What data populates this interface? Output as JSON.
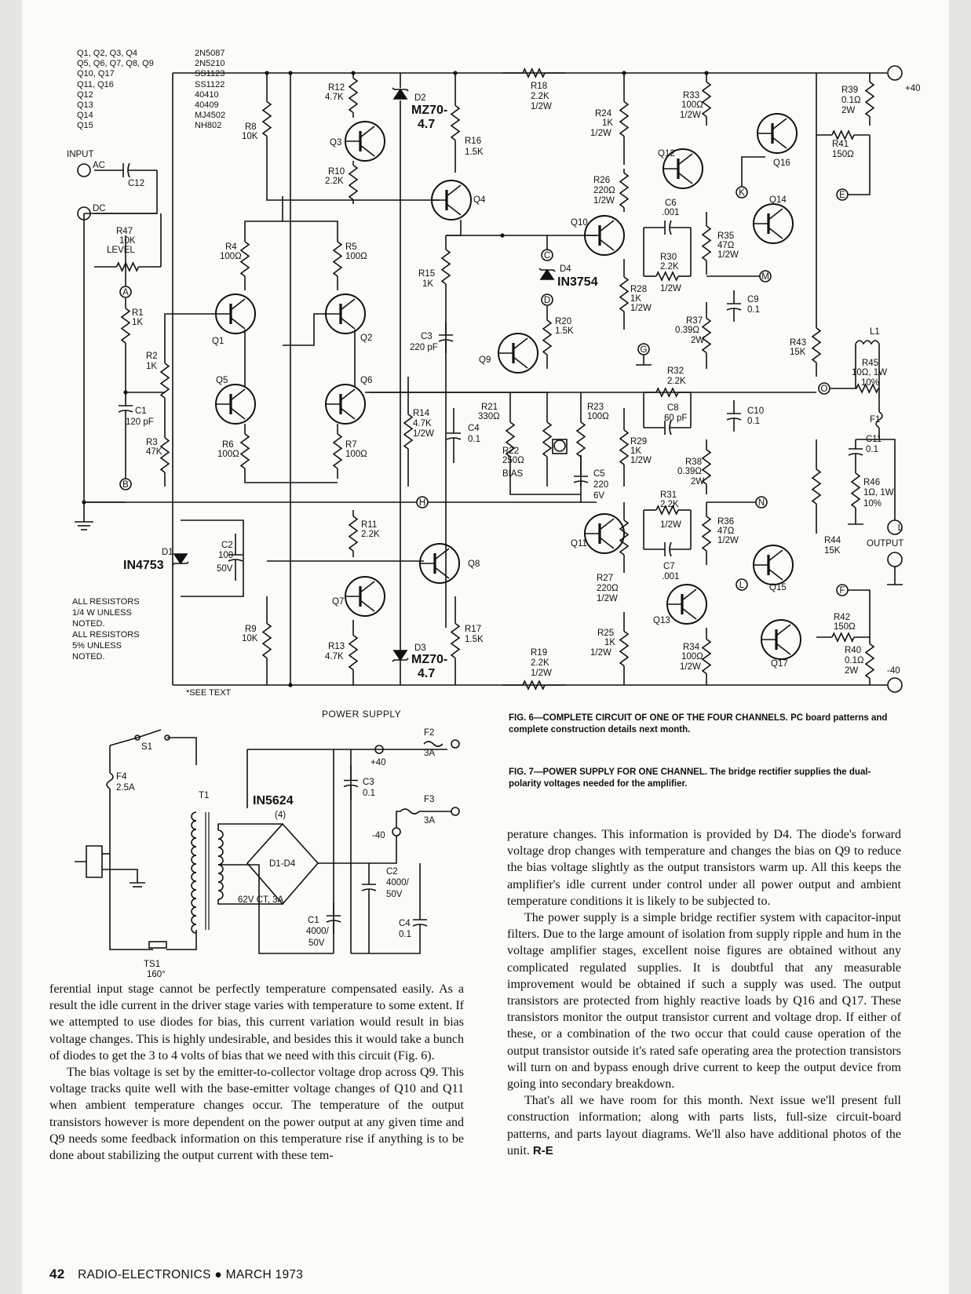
{
  "parts_list": [
    {
      "ref": "Q1, Q2, Q3, Q4",
      "type": "2N5087"
    },
    {
      "ref": "Q5, Q6, Q7, Q8, Q9",
      "type": "2N5210"
    },
    {
      "ref": "Q10, Q17",
      "type": "SS1123"
    },
    {
      "ref": "Q11, Q16",
      "type": "SS1122"
    },
    {
      "ref": "Q12",
      "type": "40410"
    },
    {
      "ref": "Q13",
      "type": "40409"
    },
    {
      "ref": "Q14",
      "type": "MJ4502"
    },
    {
      "ref": "Q15",
      "type": "NH802"
    }
  ],
  "schematic_labels": {
    "input": "INPUT",
    "ac": "AC",
    "dc": "DC",
    "c12": "C12",
    "r47": "R47",
    "r47v": "10K",
    "level": "LEVEL",
    "r1": "R1",
    "r1v": "1K",
    "r2": "R2",
    "r2v": "1K",
    "c1": "C1",
    "c1v": "120 pF",
    "r3": "R3",
    "r3v": "47K",
    "r4": "R4",
    "r4v": "100Ω",
    "r5": "R5",
    "r5v": "100Ω",
    "r6": "R6",
    "r6v": "100Ω",
    "r7": "R7",
    "r7v": "100Ω",
    "r8": "R8",
    "r8v": "10K",
    "r9": "R9",
    "r9v": "10K",
    "r10": "R10",
    "r10v": "2.2K",
    "r11": "R11",
    "r11v": "2.2K",
    "r12": "R12",
    "r12v": "4.7K",
    "r13": "R13",
    "r13v": "4.7K",
    "r14": "R14",
    "r14v": "4.7K",
    "r14w": "1/2W",
    "r15": "R15",
    "r15v": "1K",
    "r16": "R16",
    "r16v": "1.5K",
    "r17": "R17",
    "r17v": "1.5K",
    "r18": "R18",
    "r18v": "2.2K",
    "r18w": "1/2W",
    "r19": "R19",
    "r19v": "2.2K",
    "r19w": "1/2W",
    "r20": "R20",
    "r20v": "1.5K",
    "r21": "R21",
    "r21v": "330Ω",
    "r22": "R22",
    "r22v": "250Ω",
    "bias": "BIAS",
    "r23": "R23",
    "r23v": "100Ω",
    "r24": "R24",
    "r24v": "1K",
    "r24w": "1/2W",
    "r25": "R25",
    "r25v": "1K",
    "r25w": "1/2W",
    "r26": "R26",
    "r26v": "220Ω",
    "r26w": "1/2W",
    "r27": "R27",
    "r27v": "220Ω",
    "r27w": "1/2W",
    "r28": "R28",
    "r28v": "1K",
    "r28w": "1/2W",
    "r29": "R29",
    "r29v": "1K",
    "r29w": "1/2W",
    "r30": "R30",
    "r30v": "2.2K",
    "r30w": "1/2W",
    "r31": "R31",
    "r31v": "2.2K",
    "r31w": "1/2W",
    "r32": "R32",
    "r32v": "2.2K",
    "r33": "R33",
    "r33v": "100Ω",
    "r33w": "1/2W",
    "r34": "R34",
    "r34v": "100Ω",
    "r34w": "1/2W",
    "r35": "R35",
    "r35v": "47Ω",
    "r35w": "1/2W",
    "r36": "R36",
    "r36v": "47Ω",
    "r36w": "1/2W",
    "r37": "R37",
    "r37v": "0.39Ω",
    "r37w": "2W",
    "r38": "R38",
    "r38v": "0.39Ω",
    "r38w": "2W",
    "r39": "R39",
    "r39v": "0.1Ω",
    "r39w": "2W",
    "r40": "R40",
    "r40v": "0.1Ω",
    "r40w": "2W",
    "r41": "R41",
    "r41v": "150Ω",
    "r42": "R42",
    "r42v": "150Ω",
    "r43": "R43",
    "r43v": "15K",
    "r44": "R44",
    "r44v": "15K",
    "r45": "R45",
    "r45v": "10Ω, 1W",
    "r45t": "10%",
    "r46": "R46",
    "r46v": "1Ω, 1W",
    "r46t": "10%",
    "l1": "L1",
    "f1": "F1",
    "c2": "C2",
    "c2v": "100",
    "c2w": "50V",
    "c3": "C3",
    "c3v": "220 pF",
    "c4": "C4",
    "c4v": "0.1",
    "c5": "C5",
    "c5v": "220",
    "c5w": "6V",
    "c6": "C6",
    "c6v": ".001",
    "c7": "C7",
    "c7v": ".001",
    "c8": "C8",
    "c8v": "60 pF",
    "c9": "C9",
    "c9v": "0.1",
    "c10": "C10",
    "c10v": "0.1",
    "c11": "C11",
    "c11v": "0.1",
    "d1": "D1",
    "d1v": "IN4753",
    "d2": "D2",
    "d2v": "MZ70-",
    "d2v2": "4.7",
    "d3": "D3",
    "d3v": "MZ70-",
    "d3v2": "4.7",
    "d4": "D4",
    "d4v": "IN3754",
    "q1": "Q1",
    "q2": "Q2",
    "q3": "Q3",
    "q4": "Q4",
    "q5": "Q5",
    "q6": "Q6",
    "q7": "Q7",
    "q8": "Q8",
    "q9": "Q9",
    "q10": "Q10",
    "q11": "Q11",
    "q12": "Q12",
    "q13": "Q13",
    "q14": "Q14",
    "q15": "Q15",
    "q16": "Q16",
    "q17": "Q17",
    "plus40": "+40",
    "minus40": "-40",
    "output": "OUTPUT",
    "nodes": [
      "A",
      "B",
      "C",
      "D",
      "E",
      "F",
      "G",
      "H",
      "K",
      "L",
      "M",
      "N",
      "O",
      "L"
    ]
  },
  "notes": [
    "ALL RESISTORS",
    "1/4 W UNLESS",
    "NOTED.",
    "ALL RESISTORS",
    "5% UNLESS",
    "NOTED."
  ],
  "see_text": "*SEE TEXT",
  "power_supply": {
    "title": "POWER SUPPLY",
    "s1": "S1",
    "f4": "F4",
    "f4v": "2.5A",
    "t1": "T1",
    "bridge": "IN5624",
    "bridge_count": "(4)",
    "diodes": "D1-D4",
    "ct": "62V CT, 3A",
    "f2": "F2",
    "f2v": "3A",
    "f3": "F3",
    "f3v": "3A",
    "plus40": "+40",
    "minus40": "-40",
    "c1": "C1",
    "c1v": "4000/",
    "c1w": "50V",
    "c2": "C2",
    "c2v": "4000/",
    "c2w": "50V",
    "c3": "C3",
    "c3v": "0.1",
    "c4": "C4",
    "c4v": "0.1",
    "ts1": "TS1",
    "ts1v": "160°"
  },
  "captions": {
    "fig6_title": "FIG. 6—COMPLETE CIRCUIT OF ONE OF THE FOUR CHANNELS.",
    "fig6_text": "PC board patterns and complete construction details next month.",
    "fig7_title": "FIG. 7—POWER SUPPLY FOR ONE CHANNEL.",
    "fig7_text": "The bridge rectifier supplies the dual-polarity voltages needed for the amplifier."
  },
  "left_column": [
    "ferential input stage cannot be perfectly temperature compensated easily. As a result the idle current in the driver stage varies with temperature to some extent. If we attempted to use diodes for bias, this current variation would result in bias voltage changes. This is highly undesirable, and besides this it would take a bunch of diodes to get the 3 to 4 volts of bias that we need with this circuit (Fig. 6).",
    "The bias voltage is set by the emitter-to-collector voltage drop across Q9. This voltage tracks quite well with the base-emitter voltage changes of Q10 and Q11 when ambient temperature changes occur. The temperature of the output transistors however is more dependent on the power output at any given time and Q9 needs some feedback information on this temperature rise if anything is to be done about stabilizing the output current with these tem-"
  ],
  "right_column": [
    "perature changes. This information is provided by D4. The diode's forward voltage drop changes with temperature and changes the bias on Q9 to reduce the bias voltage slightly as the output transistors warm up. All this keeps the amplifier's idle current under control under all power output and ambient temperature conditions it is likely to be subjected to.",
    "The power supply is a simple bridge rectifier system with capacitor-input filters. Due to the large amount of isolation from supply ripple and hum in the voltage amplifier stages, excellent noise figures are obtained without any complicated regulated supplies. It is doubtful that any measurable improvement would be obtained if such a supply was used. The output transistors are protected from highly reactive loads by Q16 and Q17. These transistors monitor the output transistor current and voltage drop. If either of these, or a combination of the two occur that could cause operation of the output transistor outside it's rated safe operating area the protection transistors will turn on and bypass enough drive current to keep the output device from going into secondary breakdown.",
    "That's all we have room for this month. Next issue we'll present full construction information; along with parts lists, full-size circuit-board patterns, and parts layout diagrams. We'll also have additional photos of the unit."
  ],
  "signature": "R-E",
  "footer": {
    "page": "42",
    "magazine": "RADIO-ELECTRONICS",
    "bullet": "●",
    "issue": "MARCH 1973"
  }
}
